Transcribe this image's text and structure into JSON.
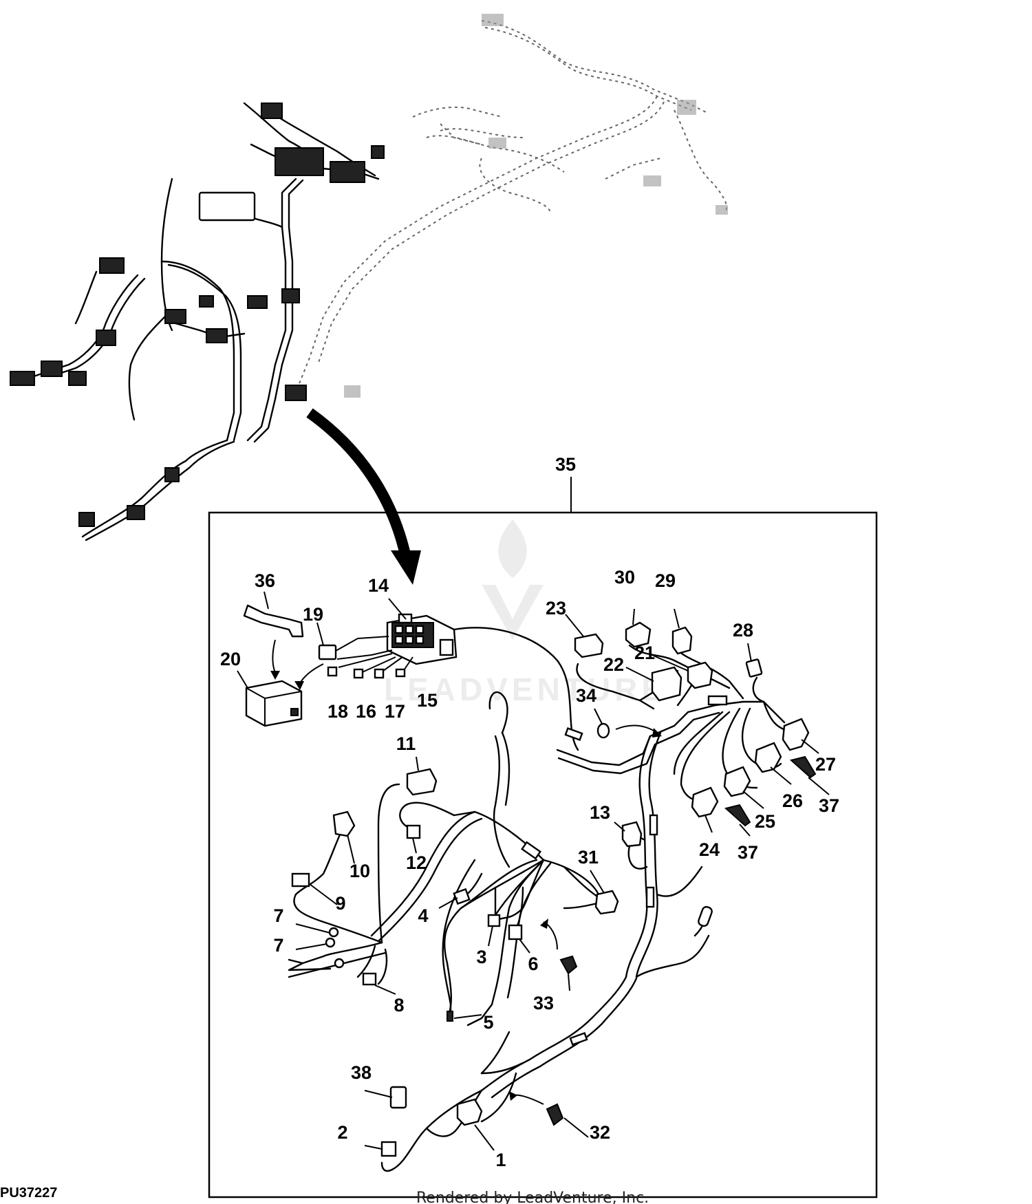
{
  "reference_number": "PU37227",
  "credit": "Rendered by LeadVenture, Inc.",
  "watermark_text": "LEADVENTURE",
  "detail_box_label": "35",
  "callouts": [
    {
      "id": "c1",
      "text": "1"
    },
    {
      "id": "c2",
      "text": "2"
    },
    {
      "id": "c3",
      "text": "3"
    },
    {
      "id": "c4",
      "text": "4"
    },
    {
      "id": "c5",
      "text": "5"
    },
    {
      "id": "c6",
      "text": "6"
    },
    {
      "id": "c7a",
      "text": "7"
    },
    {
      "id": "c7b",
      "text": "7"
    },
    {
      "id": "c8",
      "text": "8"
    },
    {
      "id": "c9",
      "text": "9"
    },
    {
      "id": "c10",
      "text": "10"
    },
    {
      "id": "c11",
      "text": "11"
    },
    {
      "id": "c12",
      "text": "12"
    },
    {
      "id": "c13",
      "text": "13"
    },
    {
      "id": "c14",
      "text": "14"
    },
    {
      "id": "c15",
      "text": "15"
    },
    {
      "id": "c16",
      "text": "16"
    },
    {
      "id": "c17",
      "text": "17"
    },
    {
      "id": "c18",
      "text": "18"
    },
    {
      "id": "c19",
      "text": "19"
    },
    {
      "id": "c20",
      "text": "20"
    },
    {
      "id": "c21",
      "text": "21"
    },
    {
      "id": "c22",
      "text": "22"
    },
    {
      "id": "c23",
      "text": "23"
    },
    {
      "id": "c24",
      "text": "24"
    },
    {
      "id": "c25",
      "text": "25"
    },
    {
      "id": "c26",
      "text": "26"
    },
    {
      "id": "c27",
      "text": "27"
    },
    {
      "id": "c28",
      "text": "28"
    },
    {
      "id": "c29",
      "text": "29"
    },
    {
      "id": "c30",
      "text": "30"
    },
    {
      "id": "c31",
      "text": "31"
    },
    {
      "id": "c32",
      "text": "32"
    },
    {
      "id": "c33",
      "text": "33"
    },
    {
      "id": "c34",
      "text": "34"
    },
    {
      "id": "c36",
      "text": "36"
    },
    {
      "id": "c37a",
      "text": "37"
    },
    {
      "id": "c37b",
      "text": "37"
    },
    {
      "id": "c38",
      "text": "38"
    }
  ]
}
